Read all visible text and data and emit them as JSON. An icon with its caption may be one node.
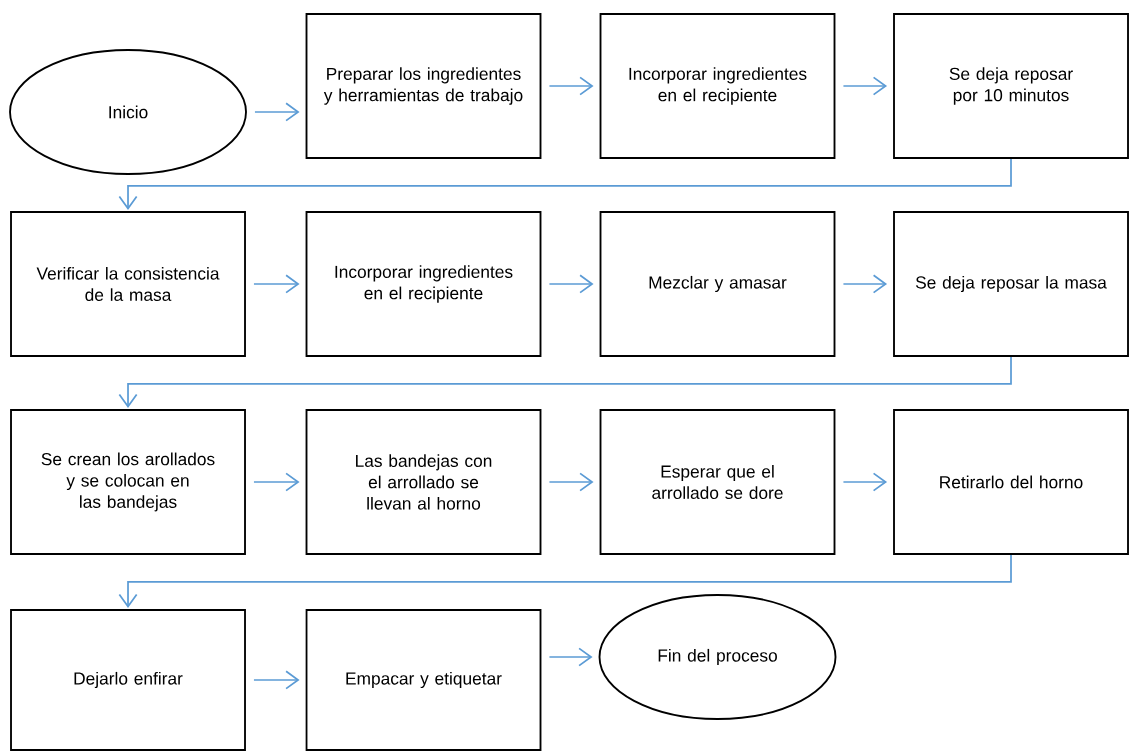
{
  "diagram": {
    "nodes": [
      {
        "text": [
          "Inicio"
        ]
      },
      {
        "text": [
          "Preparar los ingredientes y herramientas de trabajo"
        ]
      },
      {
        "text": [
          "Incorporar ingredientes en el recipiente"
        ]
      },
      {
        "text": [
          "Se deja reposar por 10 minutos"
        ]
      },
      {
        "text": [
          "Verificar la consistencia de la masa"
        ]
      },
      {
        "text": [
          "Incorporar ingredientes en el recipiente"
        ]
      },
      {
        "text": [
          "Mezclar y amasar"
        ]
      },
      {
        "text": [
          "Se deja reposar la masa"
        ]
      },
      {
        "text": [
          "Se crean los arollados y se colocan en las bandejas"
        ]
      },
      {
        "text": [
          "Las bandejas con el arrollado se llevan al horno"
        ]
      },
      {
        "text": [
          "Esperar que el arrollado se dore"
        ]
      },
      {
        "text": [
          "Retirarlo del horno"
        ]
      },
      {
        "text": [
          "Dejarlo enfirar"
        ]
      },
      {
        "text": [
          "Empacar y etiquetar"
        ]
      },
      {
        "text": [
          "Fin del proceso"
        ]
      }
    ],
    "edges": [
      {
        "from": 0,
        "to": 1,
        "arrow": "to"
      },
      {
        "from": 1,
        "to": 2,
        "arrow": "to"
      },
      {
        "from": 2,
        "to": 3,
        "arrow": "to"
      },
      {
        "from": 3,
        "to": 4,
        "arrow": "to"
      },
      {
        "from": 4,
        "to": 5,
        "arrow": "to"
      },
      {
        "from": 5,
        "to": 6,
        "arrow": "to"
      },
      {
        "from": 6,
        "to": 7,
        "arrow": "to"
      },
      {
        "from": 7,
        "to": 8,
        "arrow": "to"
      },
      {
        "from": 8,
        "to": 9,
        "arrow": "to"
      },
      {
        "from": 9,
        "to": 10,
        "arrow": "to"
      },
      {
        "from": 10,
        "to": 11,
        "arrow": "to"
      },
      {
        "from": 11,
        "to": 12,
        "arrow": "to"
      },
      {
        "from": 12,
        "to": 13,
        "arrow": "to"
      },
      {
        "from": 13,
        "to": 14,
        "arrow": "to"
      }
    ]
  }
}
